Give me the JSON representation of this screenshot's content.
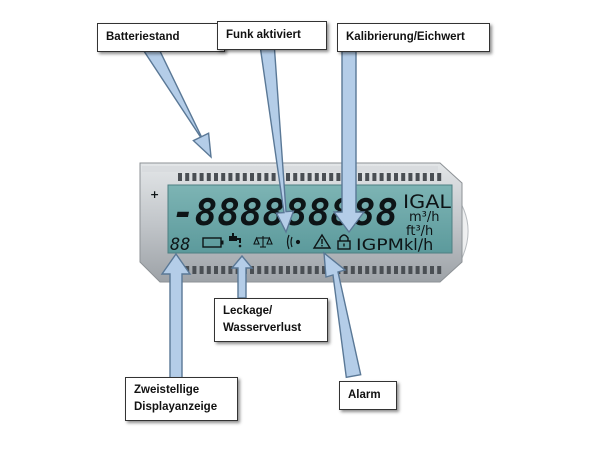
{
  "colors": {
    "lcd": "#6aa6a6",
    "lcd_dark": "#3f7c80",
    "bezel": "#c9cdd1",
    "segments": "#0d1416",
    "arrow_fill": "#b4cde8",
    "arrow_stroke": "#5a7896"
  },
  "labels": {
    "battery": "Batteriestand",
    "radio": "Funk aktiviert",
    "calibration": "Kalibrierung/Eichwert",
    "leak_line1": "Leckage/",
    "leak_line2": "Wasserverlust",
    "twodigit_line1": "Zweistellige",
    "twodigit_line2": "Displayanzeige",
    "alarm": "Alarm"
  },
  "lcd": {
    "plus_sign": "+",
    "main_reading": "-888888888",
    "two_digit": "88",
    "unit_igal": "IGAL",
    "unit_m3h": "m³/h",
    "unit_ft3h": "ft³/h",
    "unit_igpm": "IGPM",
    "unit_klh": "kl/h"
  },
  "icons": [
    "battery-icon",
    "tap-leak-icon",
    "scale-icon",
    "radio-icon",
    "warning-icon",
    "lock-icon"
  ]
}
